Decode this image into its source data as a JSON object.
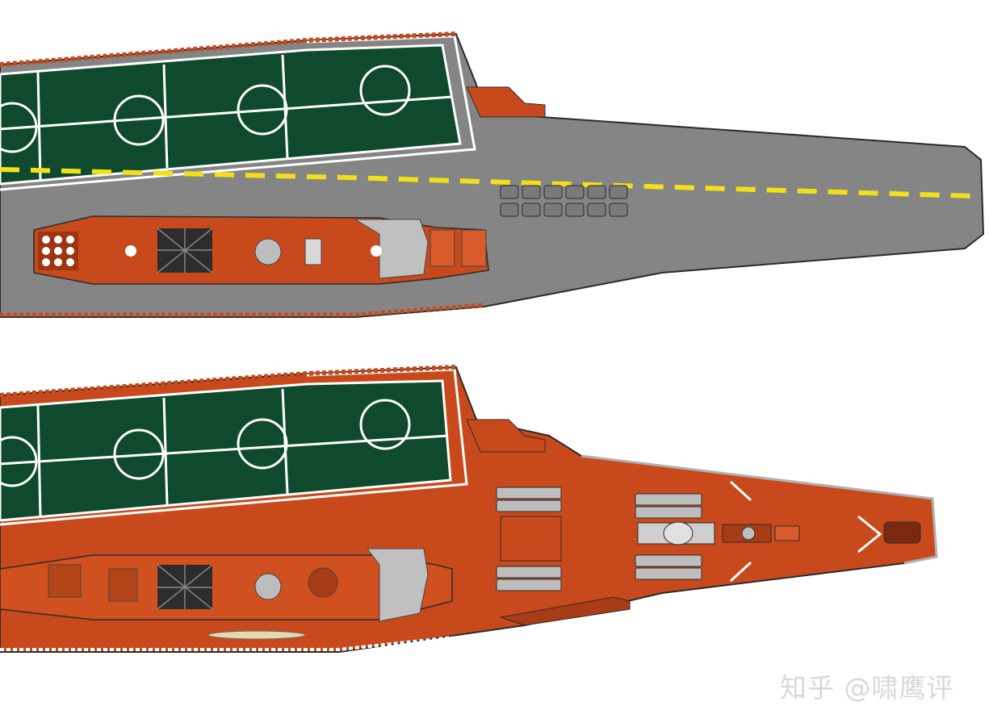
{
  "watermark": {
    "text": "知乎 @啸鹰评"
  },
  "colors": {
    "background": "#ffffff",
    "hull_red": "#c84a1c",
    "hull_red_dark": "#8e2e10",
    "flight_deck_grey": "#858585",
    "angled_deck_green": "#0f4a2e",
    "centerline_yellow": "#f2e11a",
    "superstructure_grey": "#b9b9b9",
    "marking_white": "#ffffff",
    "outline": "#2b2b2b"
  },
  "variants": [
    {
      "id": "top",
      "bow": "flight-deck",
      "bow_color": "grey",
      "centerline": "yellow-dashed"
    },
    {
      "id": "bottom",
      "bow": "weapons-deck",
      "bow_color": "red",
      "centerline": "none"
    }
  ]
}
